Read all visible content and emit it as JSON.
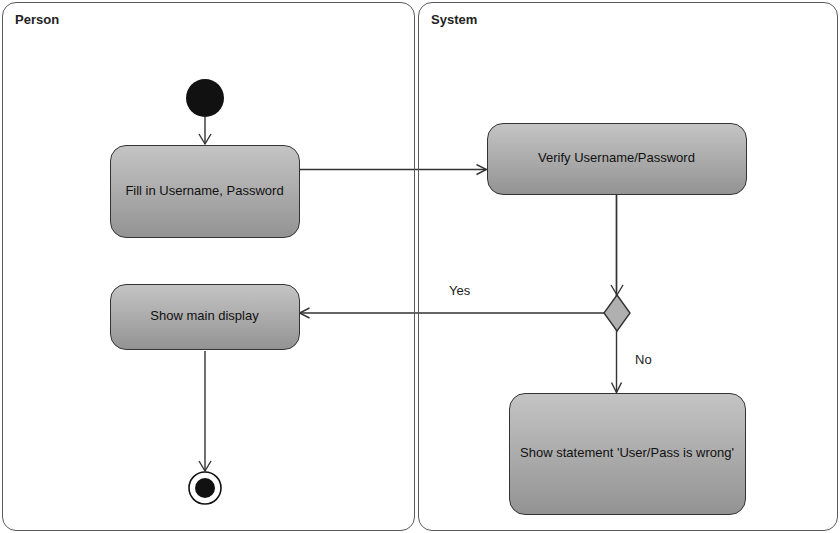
{
  "diagram": {
    "nodes": [
      {
        "text": [
          "Person"
        ]
      },
      {
        "text": [
          "Fill in Username, Password"
        ],
        "in": 0
      },
      {
        "text": [
          "Show main display"
        ],
        "in": 0
      },
      {
        "text": [
          "System"
        ]
      },
      {
        "text": [
          "Verify Username/Password"
        ],
        "in": 3
      },
      {
        "text": [
          "Show statement 'User/Pass is wrong'"
        ],
        "in": 3
      }
    ],
    "edges": [
      {
        "from": 1,
        "to": 4,
        "arrow": "to"
      },
      {
        "from": 4,
        "to": 2,
        "label": "Yes",
        "arrow": "to"
      },
      {
        "from": 4,
        "to": 5,
        "label": "No",
        "arrow": "to"
      }
    ]
  }
}
